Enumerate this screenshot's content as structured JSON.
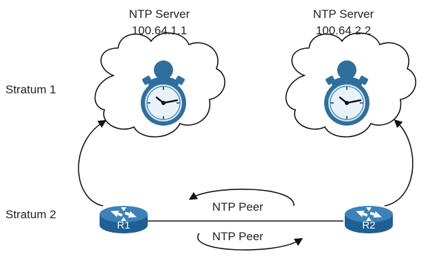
{
  "servers": [
    {
      "title": "NTP Server",
      "ip": "100.64.1.1"
    },
    {
      "title": "NTP Server",
      "ip": "100.64.2.2"
    }
  ],
  "strata": {
    "stratum1": "Stratum 1",
    "stratum2": "Stratum 2"
  },
  "routers": [
    {
      "label": "R1"
    },
    {
      "label": "R2"
    }
  ],
  "peer_labels": {
    "top": "NTP Peer",
    "bottom": "NTP Peer"
  },
  "colors": {
    "clock_blue": "#2e6f9e",
    "clock_face": "#cfe3f2",
    "router_blue": "#2f73a8",
    "line": "#111111"
  },
  "icons": [
    "cloud-icon",
    "stopwatch-icon",
    "router-icon",
    "arrow-icon"
  ]
}
